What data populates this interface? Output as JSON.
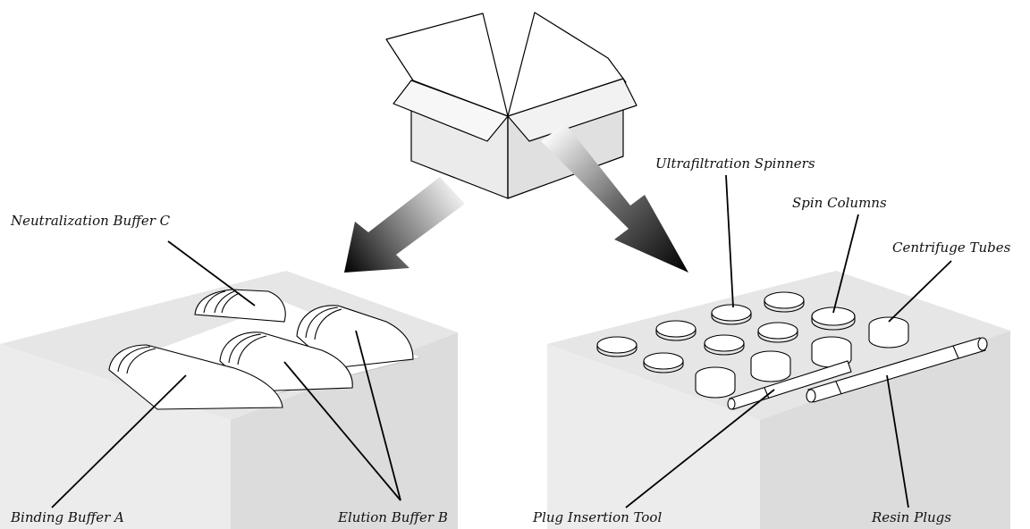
{
  "labels": {
    "neutralization_buffer_c": "Neutralization Buffer C",
    "binding_buffer_a": "Binding Buffer A",
    "elution_buffer_b": "Elution Buffer B",
    "ultrafiltration_spinners": "Ultrafiltration Spinners",
    "spin_columns": "Spin Columns",
    "centrifuge_tubes": "Centrifuge Tubes",
    "plug_insertion_tool": "Plug Insertion Tool",
    "resin_plugs": "Resin Plugs"
  },
  "colors": {
    "tray_top": "#e6e6e6",
    "tray_side": "#dcdcdc",
    "tray_front": "#ececec",
    "line": "#000000",
    "arrow_dark": "#111111"
  }
}
